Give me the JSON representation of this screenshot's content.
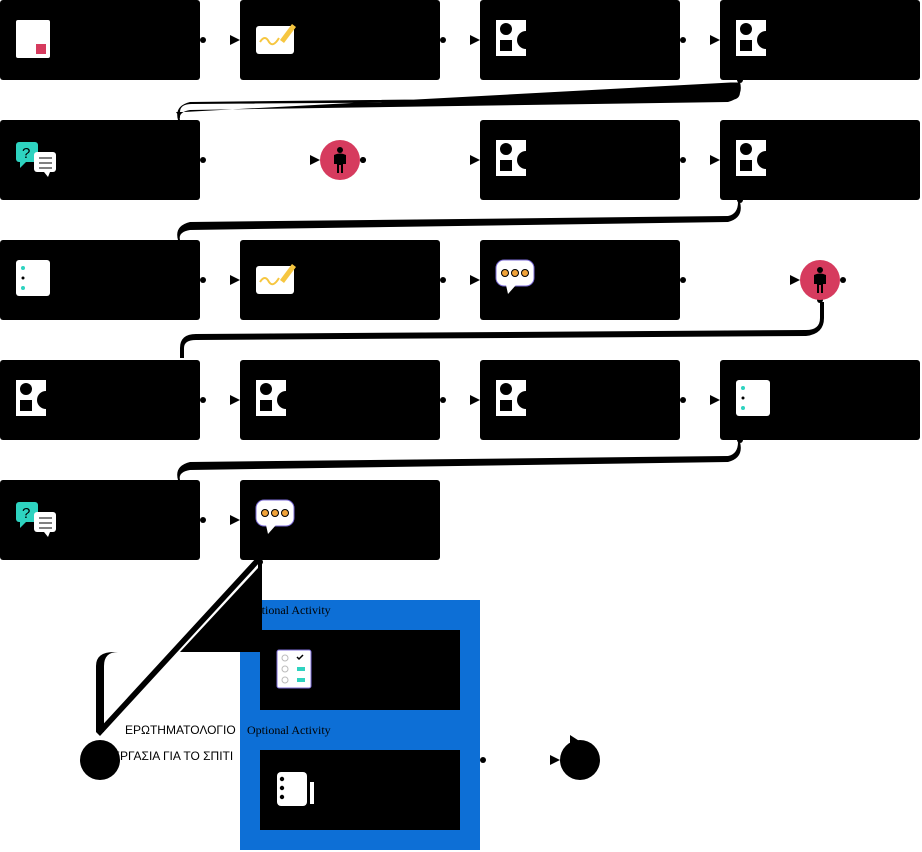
{
  "colors": {
    "node_fill": "#000000",
    "accent_pink": "#d63b5e",
    "panel_blue": "#0d6fd6",
    "icon_teal": "#2ed3c0",
    "icon_orange": "#f0a33a",
    "icon_yellow": "#f6c640",
    "icon_white": "#ffffff"
  },
  "activities": [
    {
      "icon": "page-icon"
    },
    {
      "icon": "pen-paper-icon"
    },
    {
      "icon": "shapes-icon"
    },
    {
      "icon": "shapes-icon"
    },
    {
      "icon": "qa-chat-icon"
    },
    {
      "icon": "person-stop-icon"
    },
    {
      "icon": "shapes-icon"
    },
    {
      "icon": "shapes-icon"
    },
    {
      "icon": "notes-icon"
    },
    {
      "icon": "pen-paper-icon"
    },
    {
      "icon": "chat-bubble-icon"
    },
    {
      "icon": "person-stop-icon"
    },
    {
      "icon": "shapes-icon"
    },
    {
      "icon": "shapes-icon"
    },
    {
      "icon": "shapes-icon"
    },
    {
      "icon": "notes-icon"
    },
    {
      "icon": "qa-chat-icon"
    },
    {
      "icon": "chat-bubble-icon"
    }
  ],
  "branch": {
    "label_1": "ΕΡΩΤΗΜΑΤΟΛΟΓΙΟ",
    "label_2": "ΕΡΓΑΣΙΑ ΓΙΑ ΤΟ ΣΠΙΤΙ",
    "panel_title_1": "Optional Activity",
    "panel_title_2": "Optional Activity",
    "panel_icon_1": "checklist-icon",
    "panel_icon_2": "notebook-icon"
  }
}
